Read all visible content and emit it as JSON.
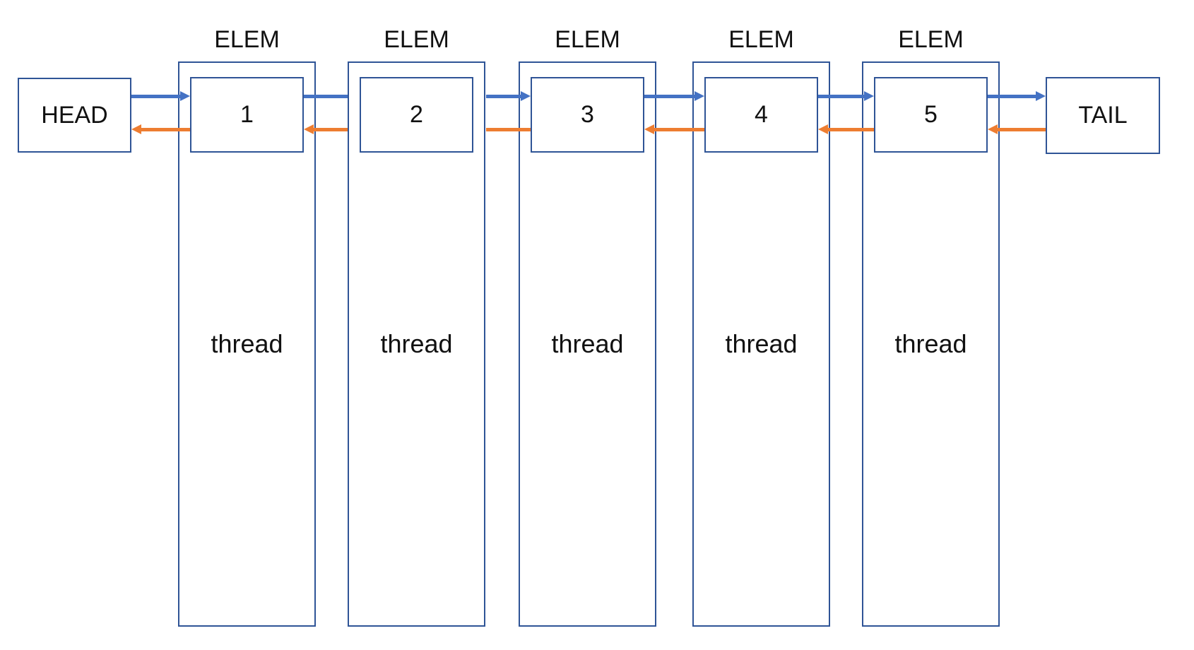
{
  "diagram": {
    "type": "doubly-linked-list",
    "head": {
      "label": "HEAD"
    },
    "tail": {
      "label": "TAIL"
    },
    "elements": [
      {
        "title": "ELEM",
        "value": "1",
        "body": "thread"
      },
      {
        "title": "ELEM",
        "value": "2",
        "body": "thread"
      },
      {
        "title": "ELEM",
        "value": "3",
        "body": "thread"
      },
      {
        "title": "ELEM",
        "value": "4",
        "body": "thread"
      },
      {
        "title": "ELEM",
        "value": "5",
        "body": "thread"
      }
    ],
    "colors": {
      "forward_arrow": "#4472C4",
      "backward_arrow": "#ED7D31",
      "box_border": "#2F5496",
      "text": "#111111",
      "background": "#FFFFFF"
    }
  }
}
